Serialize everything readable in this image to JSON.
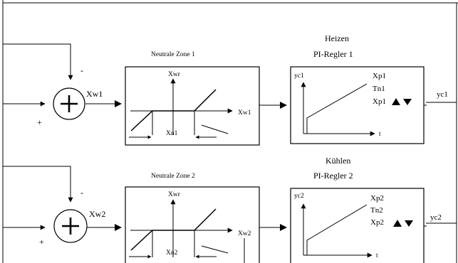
{
  "channels": [
    {
      "sum_minus": "-",
      "sum_plus": "+",
      "error_label": "Xw1",
      "nz_title": "Neutrale Zone 1",
      "nz_y_axis": "Xwr",
      "nz_x_axis": "Xw1",
      "nz_width": "Xn1",
      "ctrl_heading_1": "Heizen",
      "ctrl_heading_2": "PI-Regler 1",
      "ctrl_y_axis": "yc1",
      "ctrl_x_axis": "t",
      "ctrl_param_1": "Xp1",
      "ctrl_param_2": "Tn1",
      "ctrl_param_3": "Xp1",
      "output": "yc1"
    },
    {
      "sum_minus": "-",
      "sum_plus": "+",
      "error_label": "Xw2",
      "nz_title": "Neutrale Zone 2",
      "nz_y_axis": "Xwr",
      "nz_x_axis": "Xw2",
      "nz_width": "Xn2",
      "ctrl_heading_1": "Kühlen",
      "ctrl_heading_2": "PI-Regler 2",
      "ctrl_y_axis": "yc2",
      "ctrl_x_axis": "t",
      "ctrl_param_1": "Xp2",
      "ctrl_param_2": "Tn2",
      "ctrl_param_3": "Xp2",
      "output": "yc2"
    }
  ],
  "icons": [
    "summing-junction-icon",
    "up-triangle-icon",
    "down-triangle-icon"
  ]
}
